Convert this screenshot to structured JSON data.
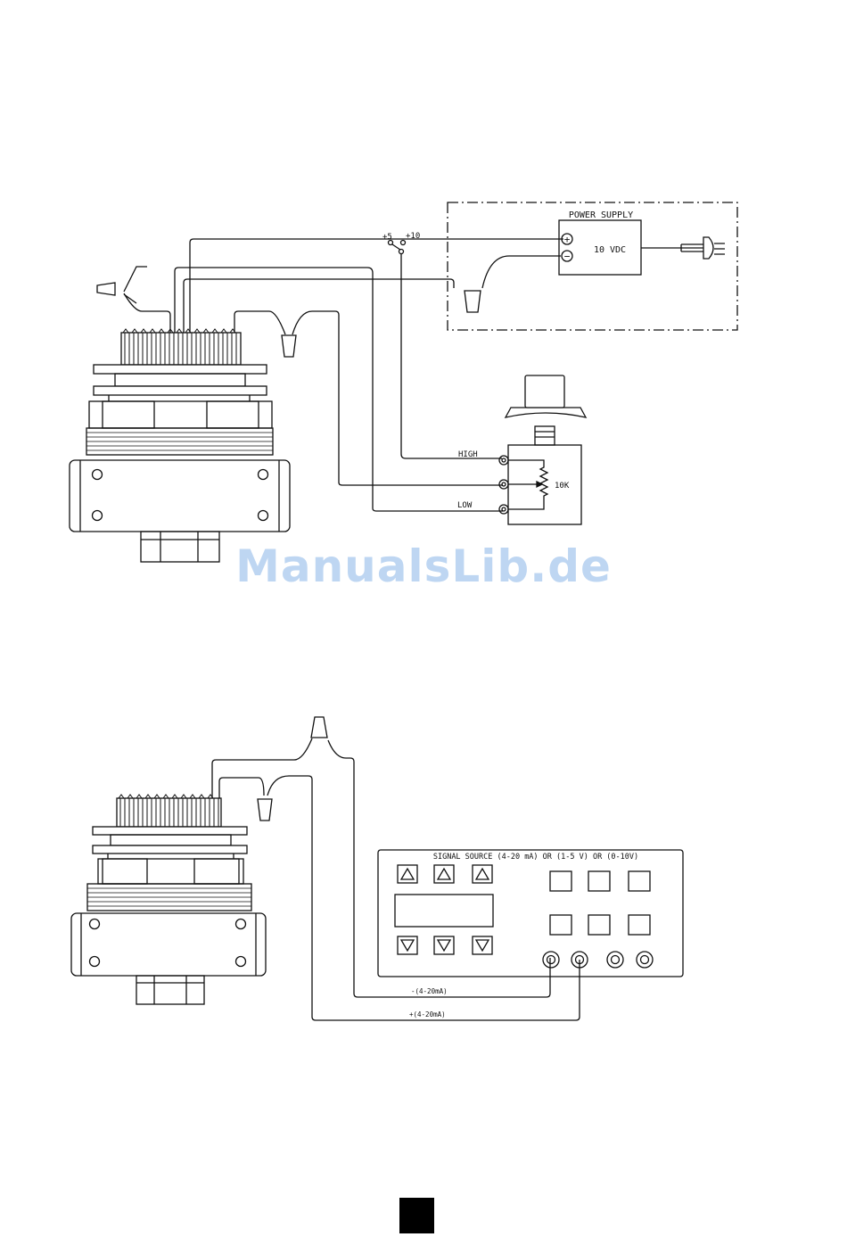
{
  "diagram1": {
    "power_supply_label": "POWER SUPPLY",
    "voltage_label": "10 VDC",
    "plus_symbol": "+",
    "minus_symbol": "−",
    "jumper_plus5": "+5",
    "jumper_plus10": "+10",
    "pot_high": "HIGH",
    "pot_low": "LOW",
    "pot_value": "10K"
  },
  "diagram2": {
    "signal_source_label": "SIGNAL SOURCE (4-20 mA) OR (1-5 V) OR (0-10V)",
    "neg_wire_label": "-(4-20mA)",
    "pos_wire_label": "+(4-20mA)"
  },
  "watermark": "ManualsLib.de",
  "colors": {
    "line": "#111111",
    "watermark": "#a9c9ee",
    "page_mark": "#000000"
  }
}
